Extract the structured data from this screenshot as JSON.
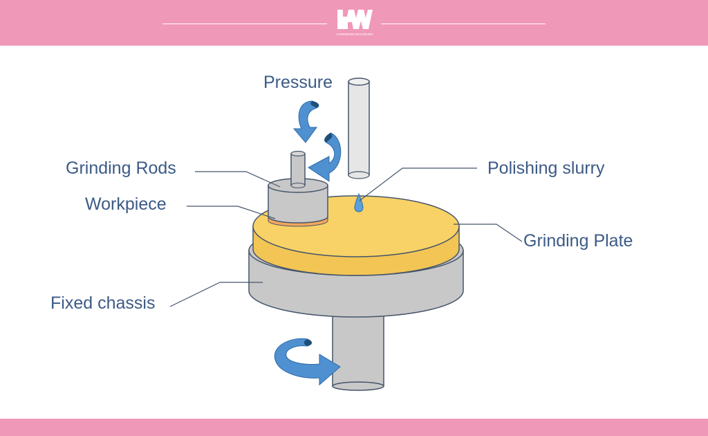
{
  "colors": {
    "band": "#f098b8",
    "label_text": "#3c5a86",
    "leader_line": "#44546a",
    "plate_yellow": "#f8d266",
    "plate_yellow_side": "#f2c555",
    "chassis_gray": "#c8c8c8",
    "workpiece_orange": "#f3a65c",
    "arrow_blue": "#4f90d0",
    "arrow_dark": "#1f4e79",
    "rod_light": "#e6e6e6"
  },
  "header": {
    "logo_letters": "HW",
    "logo_tagline": "HARDWARE MACHINING"
  },
  "labels": {
    "pressure": "Pressure",
    "grinding_rods": "Grinding Rods",
    "workpiece": "Workpiece",
    "polishing_slurry": "Polishing slurry",
    "grinding_plate": "Grinding Plate",
    "fixed_chassis": "Fixed chassis"
  },
  "icons": {
    "pressure_arrow": "curved-down-arrow-icon",
    "rod_rotation_arrow": "curved-rotation-arrow-icon",
    "shaft_rotation_arrow": "curved-rotation-arrow-icon",
    "slurry_drop": "droplet-icon"
  }
}
